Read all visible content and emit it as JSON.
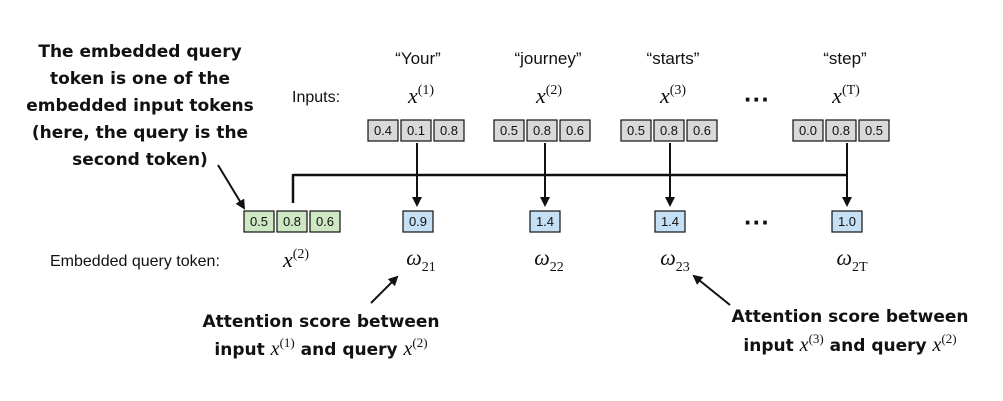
{
  "tokens": [
    {
      "word": "“Your”",
      "var": "x",
      "sup": "(1)",
      "values": [
        "0.4",
        "0.1",
        "0.8"
      ]
    },
    {
      "word": "“journey”",
      "var": "x",
      "sup": "(2)",
      "values": [
        "0.5",
        "0.8",
        "0.6"
      ]
    },
    {
      "word": "“starts”",
      "var": "x",
      "sup": "(3)",
      "values": [
        "0.5",
        "0.8",
        "0.6"
      ]
    },
    {
      "word": "“step”",
      "var": "x",
      "sup": "(T)",
      "values": [
        "0.0",
        "0.8",
        "0.5"
      ]
    }
  ],
  "inputs_label": "Inputs:",
  "ellipsis": "···",
  "query": {
    "label": "Embedded query token:",
    "var": "x",
    "sup": "(2)",
    "values": [
      "0.5",
      "0.8",
      "0.6"
    ]
  },
  "scores": [
    {
      "value": "0.9",
      "symbol": "ω",
      "sub": "21"
    },
    {
      "value": "1.4",
      "symbol": "ω",
      "sub": "22"
    },
    {
      "value": "1.4",
      "symbol": "ω",
      "sub": "23"
    },
    {
      "value": "1.0",
      "symbol": "ω",
      "sub": "2T"
    }
  ],
  "annotations": {
    "query_note": [
      "The embedded query",
      "token is one of the",
      "embedded input tokens",
      "(here, the query is the",
      "second token)"
    ],
    "note_left": {
      "line1": "Attention score between",
      "line2_prefix": "input ",
      "var": "x",
      "sup1": "(1)",
      "middle": " and query ",
      "sup2": "(2)"
    },
    "note_right": {
      "line1": "Attention score between",
      "line2_prefix": "input ",
      "var": "x",
      "sup1": "(3)",
      "middle": " and query ",
      "sup2": "(2)"
    }
  },
  "colors": {
    "input_cell": "#d9d9d9",
    "query_cell": "#cfe8c4",
    "score_cell": "#c5dff4",
    "line": "#111111"
  }
}
